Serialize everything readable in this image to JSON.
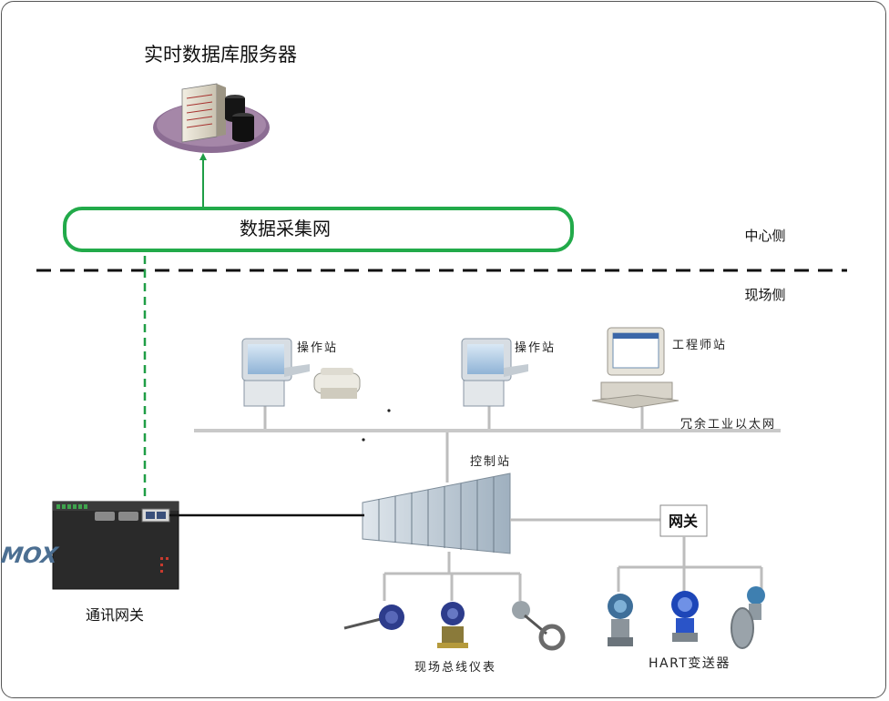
{
  "labels": {
    "db_server": "实时数据库服务器",
    "acq_network": "数据采集网",
    "center_side": "中心侧",
    "field_side": "现场侧",
    "operator_station_1": "操作站",
    "operator_station_2": "操作站",
    "engineer_station": "工程师站",
    "redundant_ethernet": "冗余工业以太网",
    "control_station": "控制站",
    "gateway_box": "网关",
    "comm_gateway": "通讯网关",
    "device_brand": "MOX",
    "fieldbus_instruments": "现场总线仪表",
    "hart_transmitters": "HART变送器"
  },
  "colors": {
    "acq_network_border": "#22aa4a",
    "link_green": "#1f9e46",
    "dashed_divider": "#111111",
    "device_body": "#2a2a2a"
  },
  "icons": [
    "server-icon",
    "workstation-icon",
    "printer-icon",
    "pc-icon",
    "cabinet-icon",
    "gateway-device-icon",
    "transmitter-icon"
  ]
}
